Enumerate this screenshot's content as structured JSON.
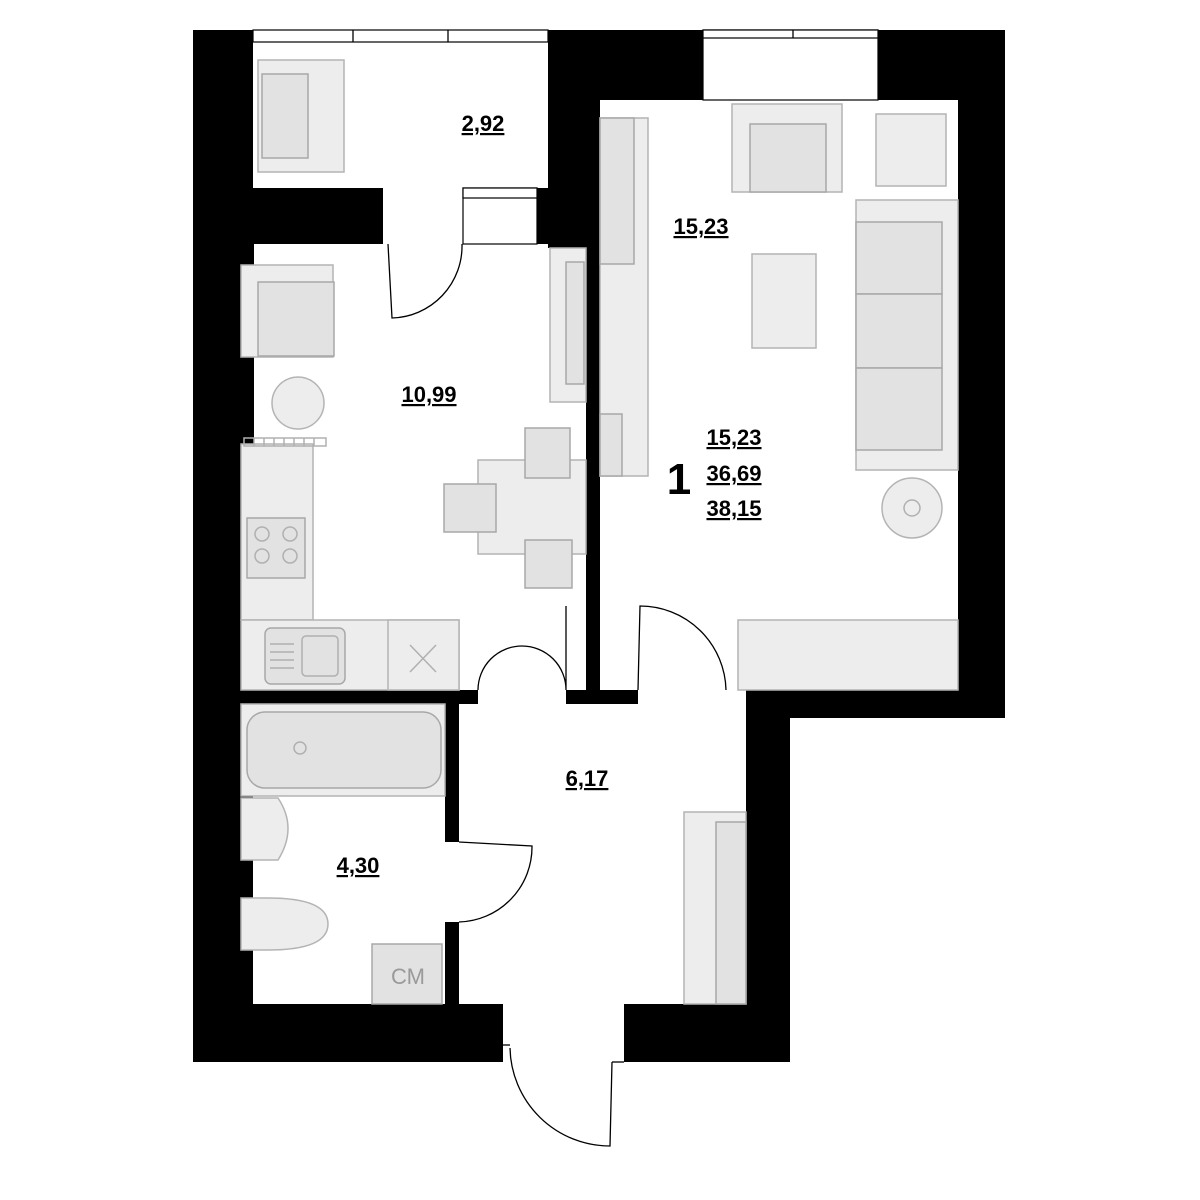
{
  "plan": {
    "rooms": [
      {
        "id": "balcony",
        "area": "2,92"
      },
      {
        "id": "living-room",
        "area": "15,23"
      },
      {
        "id": "kitchen",
        "area": "10,99"
      },
      {
        "id": "hallway",
        "area": "6,17"
      },
      {
        "id": "bathroom",
        "area": "4,30"
      }
    ],
    "summary": {
      "rooms_count": "1",
      "living_area": "15,23",
      "total_area": "36,69",
      "total_with_balcony": "38,15"
    },
    "washer_label": "СМ"
  }
}
